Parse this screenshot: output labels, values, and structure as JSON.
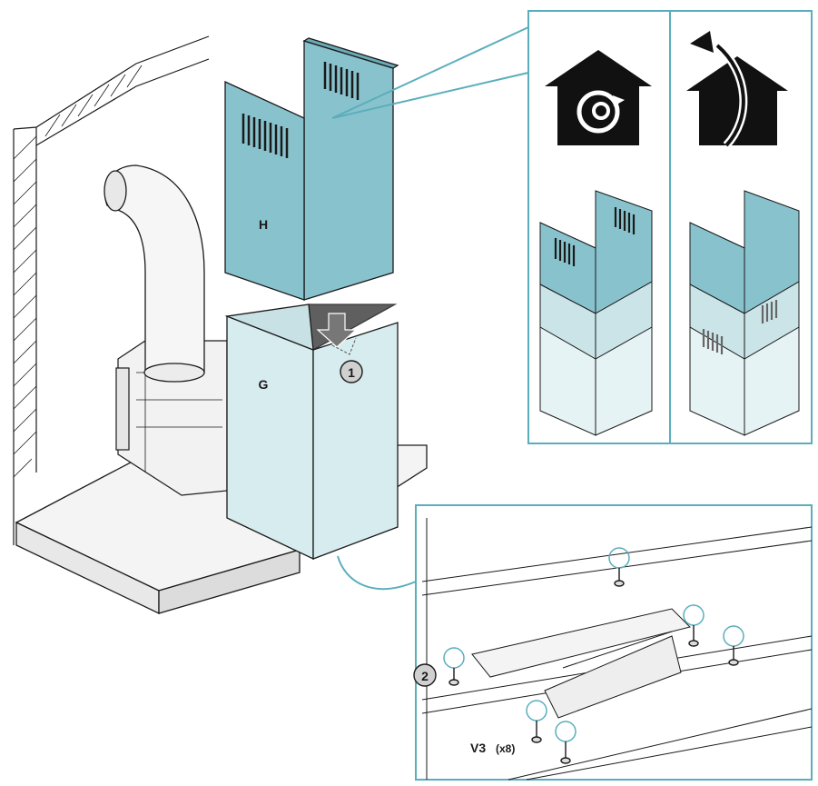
{
  "labels": {
    "part_upper": "H",
    "part_lower": "G",
    "step_one": "1",
    "step_two": "2",
    "screw_code": "V3",
    "screw_qty": "(x8)"
  },
  "colors": {
    "upper_chimney": "#88c2cd",
    "lower_chimney": "#d6ecef",
    "callout_frame": "#5aaebc",
    "line": "#1a1a1a",
    "house_icon": "#111111"
  },
  "icons": {
    "left_panel": "recirculation-house-icon",
    "right_panel": "ducted-extraction-house-icon"
  }
}
